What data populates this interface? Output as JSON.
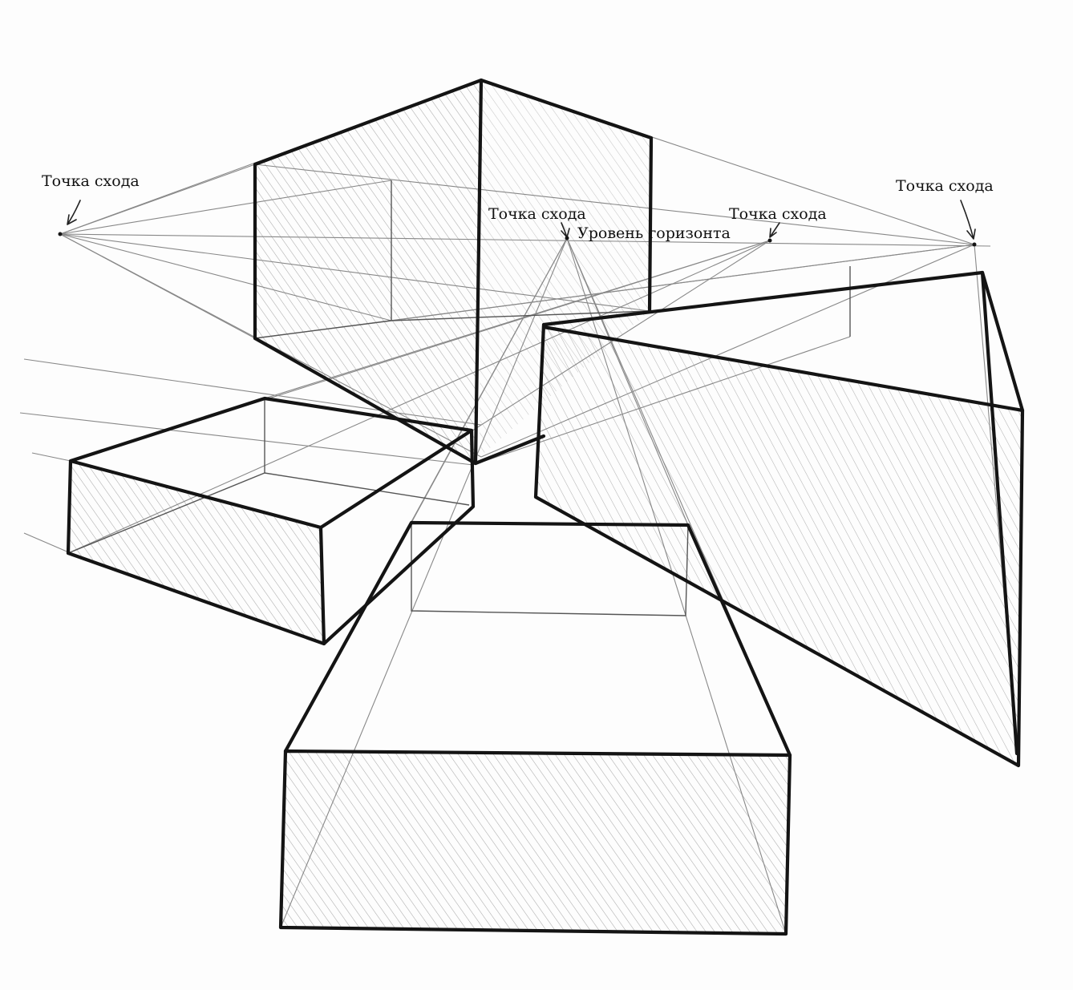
{
  "labels": {
    "vp_left": "Точка схода",
    "vp_right": "Точка схода",
    "vp_center": "Точка схода",
    "vp_mid_right": "Точка схода",
    "horizon": "Уровень горизонта"
  },
  "colors": {
    "ink": "#141414",
    "guide": "#888888",
    "hatch": "#9a9a9a"
  }
}
